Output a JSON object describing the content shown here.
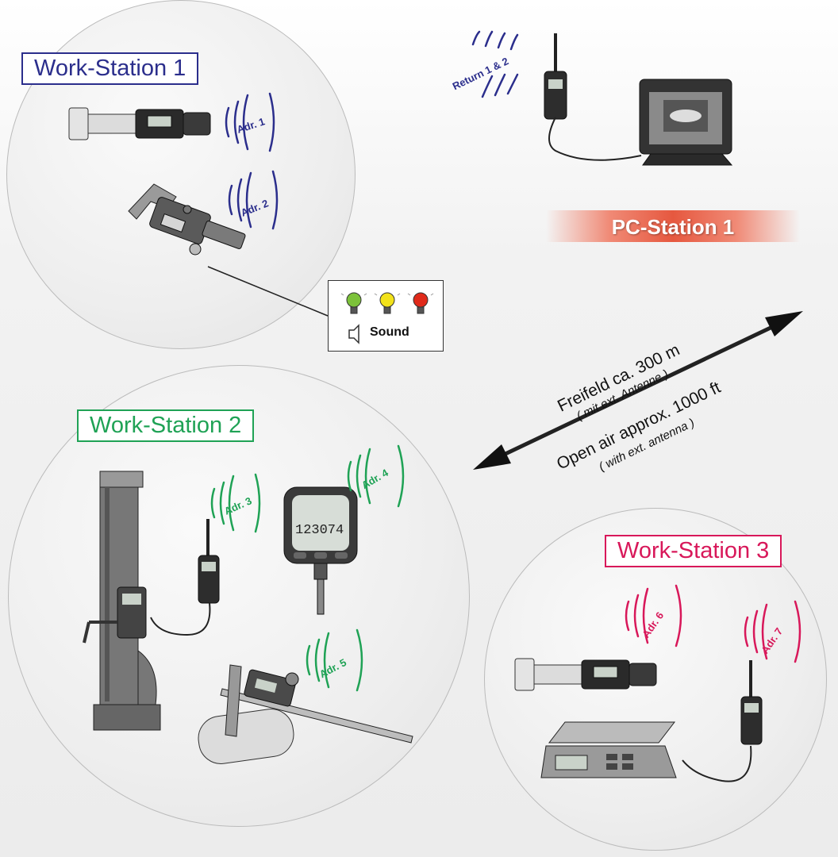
{
  "workstations": [
    {
      "label": "Work-Station 1",
      "color": "#2b2e8c",
      "addresses": [
        "Adr. 1",
        "Adr. 2"
      ]
    },
    {
      "label": "Work-Station 2",
      "color": "#1fa255",
      "addresses": [
        "Adr. 3",
        "Adr. 4",
        "Adr. 5"
      ]
    },
    {
      "label": "Work-Station 3",
      "color": "#d8185a",
      "addresses": [
        "Adr. 6",
        "Adr. 7"
      ]
    }
  ],
  "pc_station": {
    "label": "PC-Station 1",
    "return_label": "Return 1 & 2"
  },
  "signal_box": {
    "sound_label": "Sound",
    "lamp_colors": [
      "#7cc23a",
      "#f2e21a",
      "#e02a1a"
    ]
  },
  "range": {
    "line1": "Freifeld ca. 300 m",
    "line2": "( mit ext. Antenne )",
    "line3": "Open air approx. 1000 ft",
    "line4": "( with ext. antenna )"
  },
  "gauge_display": "123074",
  "icons": [
    "bore-gauge-icon",
    "micrometer-icon",
    "height-gauge-icon",
    "dial-indicator-icon",
    "caliper-icon",
    "scale-icon",
    "transmitter-icon",
    "monitor-icon",
    "speaker-icon",
    "lamp-icon"
  ]
}
